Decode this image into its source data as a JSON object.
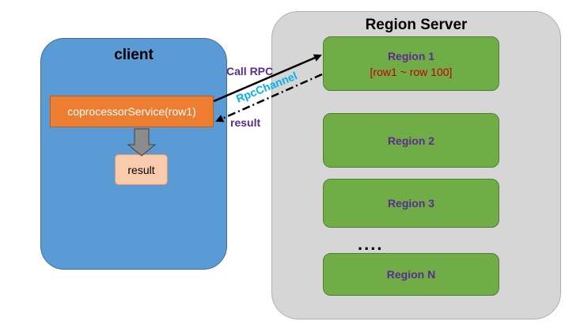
{
  "client": {
    "title": "client",
    "service_label": "coprocessorService(row1)",
    "result_label": "result"
  },
  "server": {
    "title": "Region Server",
    "regions": [
      {
        "name": "Region 1",
        "range": "[row1 ~ row 100]"
      },
      {
        "name": "Region 2"
      },
      {
        "name": "Region 3"
      },
      {
        "name": "Region N"
      }
    ],
    "ellipsis": "...."
  },
  "connectors": {
    "call_label": "Call RPC",
    "channel_label": "RpcChannel",
    "result_label": "result"
  },
  "colors": {
    "client_bg": "#5b9bd5",
    "service_bg": "#ed7d31",
    "result_bg": "#f8cbad",
    "server_bg": "#d6d6d6",
    "region_bg": "#70ad47",
    "label_purple": "#5b2c91",
    "channel_blue": "#00b0f0",
    "range_red": "#c00000"
  }
}
